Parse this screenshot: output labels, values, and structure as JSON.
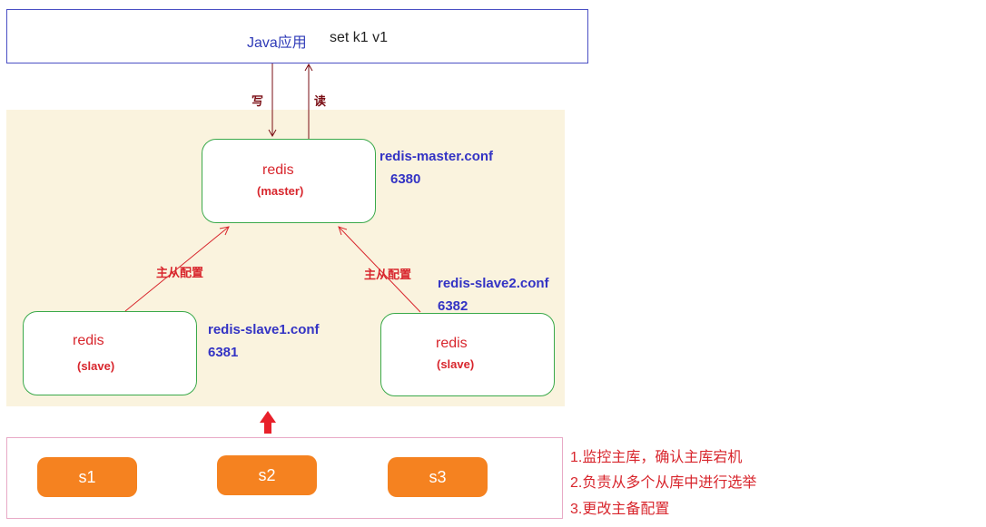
{
  "app": {
    "label": "Java应用",
    "command": "set k1 v1"
  },
  "links": {
    "write": "写",
    "read": "读",
    "replication": "主从配置"
  },
  "master": {
    "name": "redis",
    "role": "(master)",
    "conf": "redis-master.conf",
    "port": "6380"
  },
  "slave1": {
    "name": "redis",
    "role": "(slave)",
    "conf": "redis-slave1.conf",
    "port": "6381"
  },
  "slave2": {
    "name": "redis",
    "role": "(slave)",
    "conf": "redis-slave2.conf",
    "port": "6382"
  },
  "sentinels": [
    "s1",
    "s2",
    "s3"
  ],
  "sentinel_tasks": [
    "1.监控主库，确认主库宕机",
    "2.负责从多个从库中进行选举",
    "3.更改主备配置"
  ],
  "colors": {
    "accent_red": "#d8262d",
    "conf_blue": "#3333c4",
    "node_border": "#3aa94a",
    "cluster_bg": "#faf3de",
    "sentinel_fill": "#f58220"
  }
}
